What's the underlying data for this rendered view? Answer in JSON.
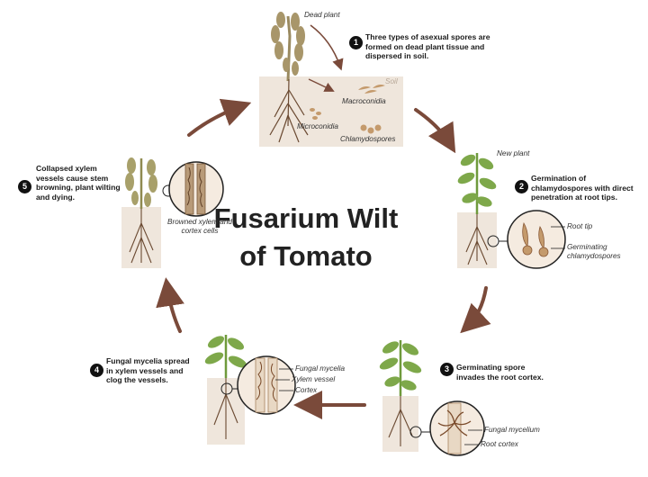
{
  "title": {
    "line1": "Fusarium Wilt",
    "line2": "of Tomato"
  },
  "stage1": {
    "plant_label": "Dead plant",
    "number": "1",
    "text": "Three types of asexual spores are formed on dead plant tissue and dispersed in soil.",
    "soil_label": "Soil",
    "spores": [
      "Macroconidia",
      "Microconidia",
      "Chlamydospores"
    ]
  },
  "stage2": {
    "plant_label": "New plant",
    "number": "2",
    "text": "Germination of chlamydospores with direct penetration at root tips.",
    "callouts": [
      "Root tip",
      "Germinating chlamydospores"
    ]
  },
  "stage3": {
    "number": "3",
    "text": "Germinating spore invades the root cortex.",
    "callouts": [
      "Fungal mycelium",
      "Root cortex"
    ]
  },
  "stage4": {
    "number": "4",
    "text": "Fungal mycelia spread in xylem vessels and clog the vessels.",
    "callouts": [
      "Fungal mycelia",
      "Xylem vessel",
      "Cortex"
    ]
  },
  "stage5": {
    "number": "5",
    "text": "Collapsed xylem vessels cause stem browning, plant wilting and dying.",
    "callout": "Browned xylem and cortex cells"
  },
  "colors": {
    "arrow": "#7a4a3a",
    "soil": "#efe6dc",
    "healthy_leaf": "#7ea84a",
    "dead_leaf": "#9a8a60",
    "root": "#6b4a32",
    "spore": "#c49a6c"
  }
}
